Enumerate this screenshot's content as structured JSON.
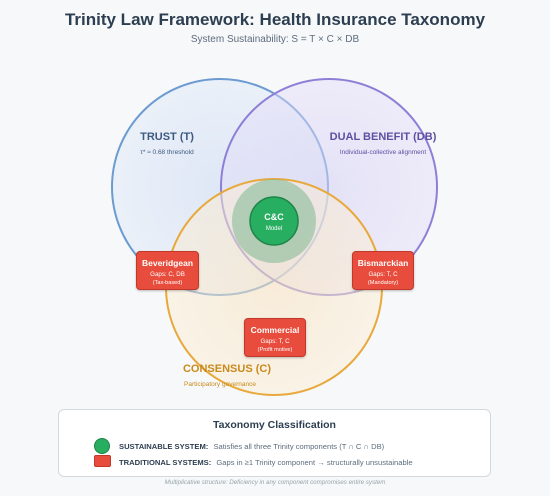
{
  "header": {
    "title": "Trinity Law Framework: Health Insurance Taxonomy",
    "subtitle": "System Sustainability: S = T × C × DB"
  },
  "circles": {
    "trust": {
      "label": "TRUST (T)",
      "note": "τ* ≈ 0.68 threshold",
      "color": "#6c9bd2"
    },
    "dual_benefit": {
      "label": "DUAL BENEFIT (DB)",
      "note": "Individual-collective alignment",
      "color": "#8e7fd6"
    },
    "consensus": {
      "label": "CONSENSUS (C)",
      "note": "Participatory governance",
      "color": "#e8a93c"
    }
  },
  "center": {
    "label": "C&C",
    "sub": "Model",
    "color": "#27ae60"
  },
  "systems": {
    "beveridgean": {
      "title": "Beveridgean",
      "gaps": "Gaps: C, DB",
      "note": "(Tax-based)"
    },
    "bismarckian": {
      "title": "Bismarckian",
      "gaps": "Gaps: T, C",
      "note": "(Mandatory)"
    },
    "commercial": {
      "title": "Commercial",
      "gaps": "Gaps: T, C",
      "note": "(Profit motive)"
    }
  },
  "legend": {
    "title": "Taxonomy Classification",
    "sustainable_key": "SUSTAINABLE SYSTEM:",
    "sustainable_desc": "Satisfies all three Trinity components (T ∩ C ∩ DB)",
    "traditional_key": "TRADITIONAL SYSTEMS:",
    "traditional_desc": "Gaps in ≥1 Trinity component → structurally unsustainable",
    "sustainable_color": "#27ae60",
    "traditional_color": "#e74c3c"
  },
  "footnote": "Multiplicative structure: Deficiency in any component compromises entire system"
}
